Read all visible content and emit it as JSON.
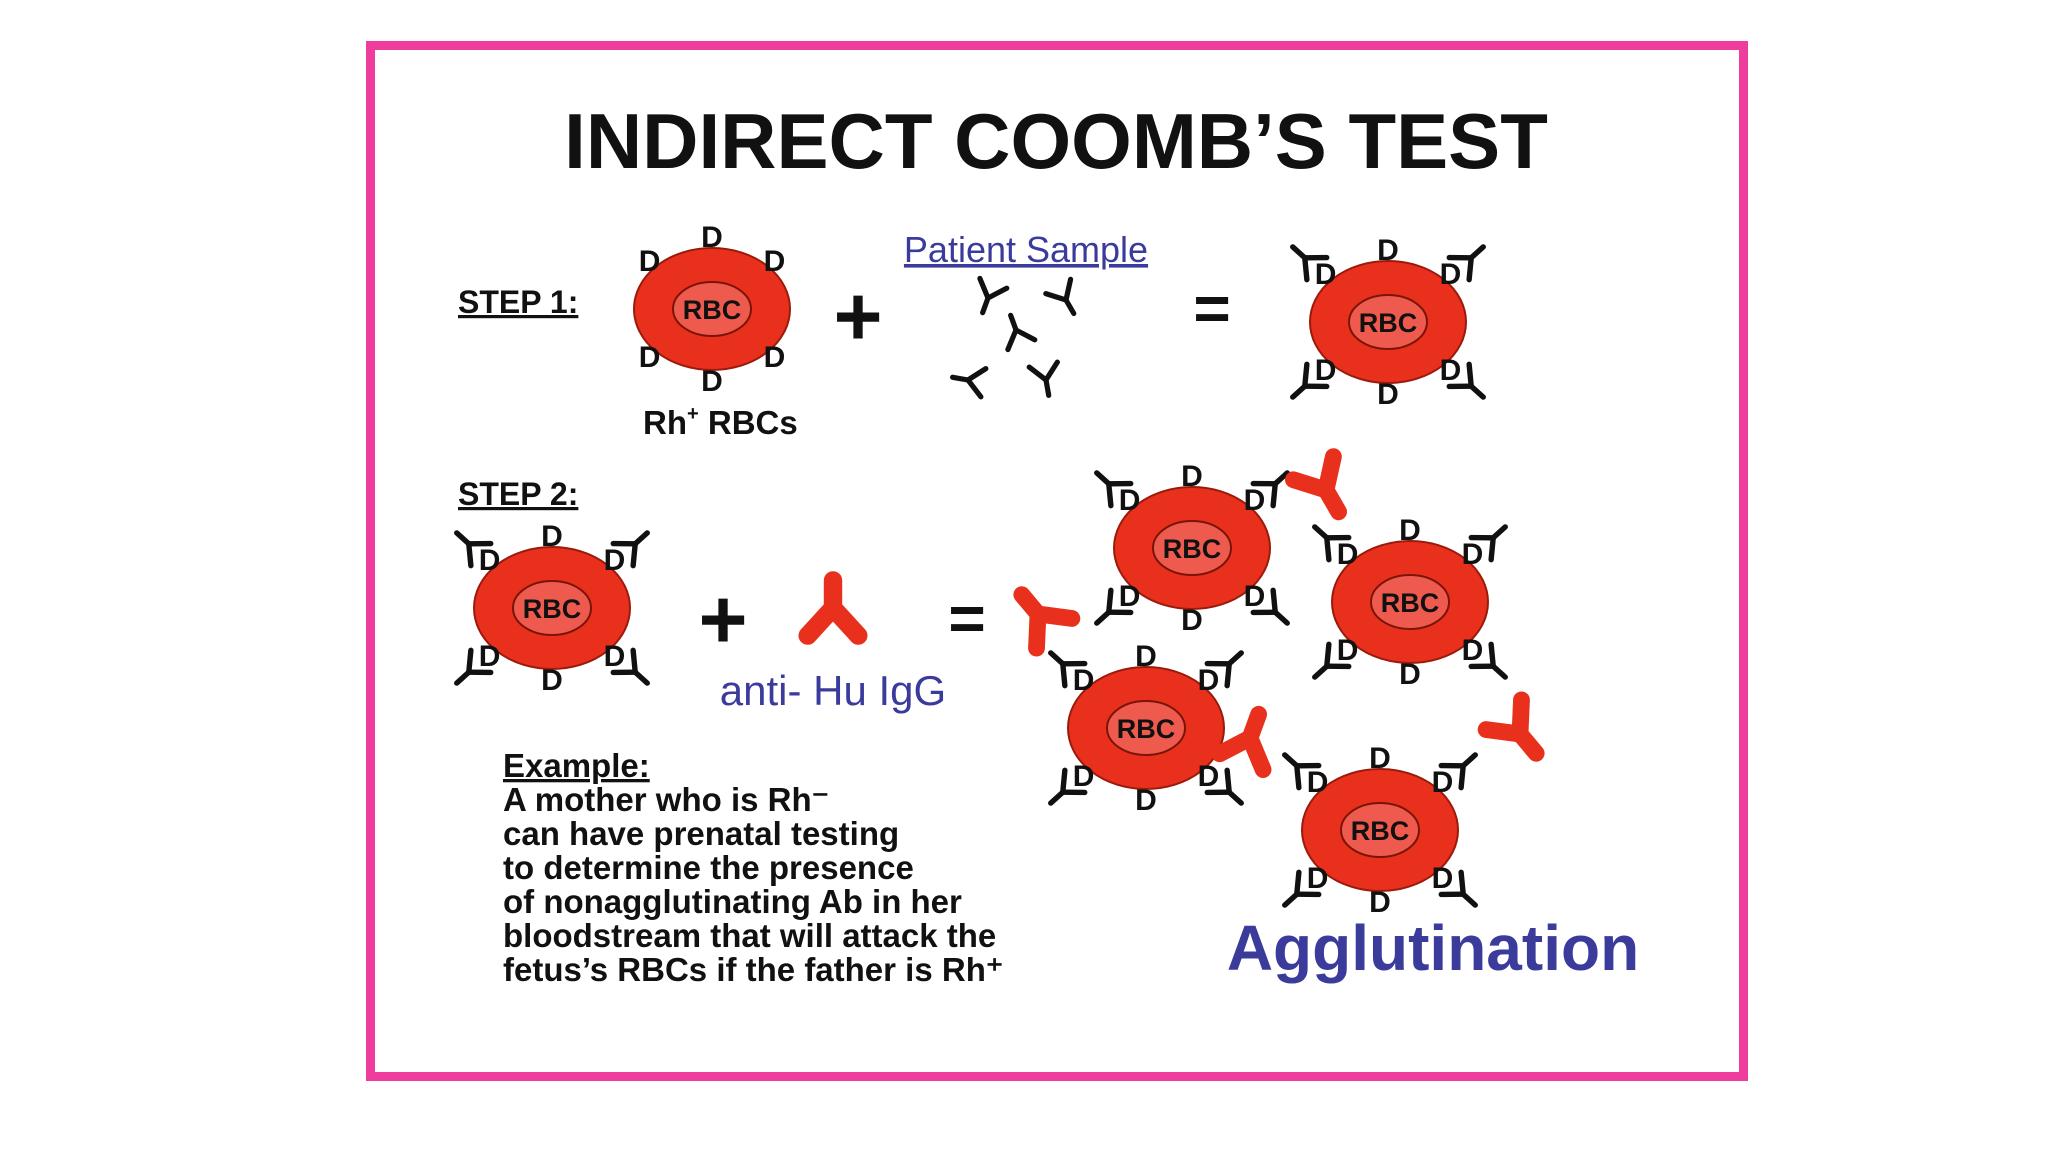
{
  "title": "INDIRECT COOMB’S TEST",
  "step1": {
    "label": "STEP 1:",
    "cell_label": "RBC",
    "antigen_letter": "D",
    "rh_prefix": "Rh",
    "rh_superscript": "+",
    "rh_suffix": " RBCs",
    "patient_sample": "Patient Sample",
    "plus": "+",
    "equals": "="
  },
  "step2": {
    "label": "STEP 2:",
    "plus": "+",
    "equals": "=",
    "reagent_label": "anti- Hu IgG",
    "result_label": "Agglutination"
  },
  "example": {
    "heading": "Example:",
    "lines": [
      "A mother who is Rh⁻",
      "can have prenatal testing",
      "to determine the presence",
      "of nonagglutinating Ab in her",
      "bloodstream that will attack the",
      "fetus’s RBCs  if the father is Rh⁺"
    ]
  },
  "colors": {
    "frame": "#ee3d9c",
    "rbc_outer": "#e8301c",
    "rbc_inner": "#ef5a4e",
    "anti_igg": "#e8301c",
    "accent_text": "#3b3b9c",
    "antibody": "#111111"
  }
}
